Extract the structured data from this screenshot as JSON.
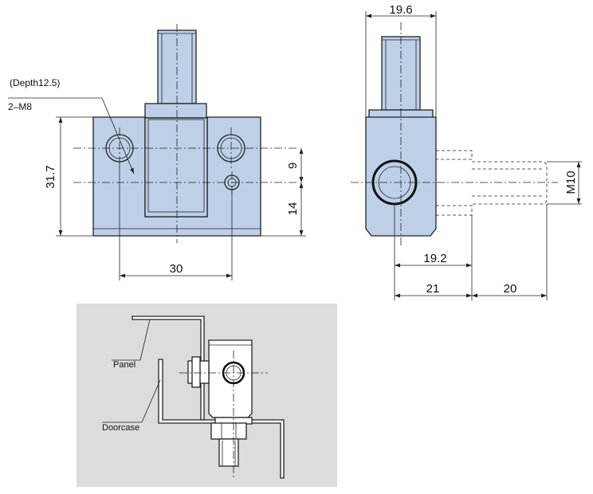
{
  "colors": {
    "part_fill": "#bdd0e8",
    "line": "#222222",
    "inset_background": "#dcdcdc",
    "inset_part": "#ffffff"
  },
  "front_view": {
    "note_depth": "(Depth12.5)",
    "note_thread": "2–M8",
    "dim_height": "31.7",
    "dim_upper": "9",
    "dim_lower": "14",
    "dim_width": "30"
  },
  "side_view": {
    "dim_top": "19.6",
    "dim_thread": "M10",
    "dim_inner": "19.2",
    "dim_body": "21",
    "dim_extension": "20"
  },
  "installation": {
    "panel_label": "Panel",
    "doorcase_label": "Doorcase"
  }
}
